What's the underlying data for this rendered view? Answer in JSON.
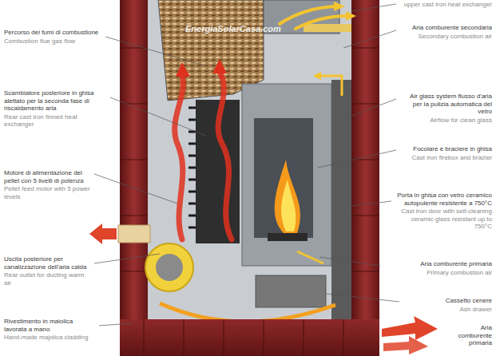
{
  "diagram": {
    "labels": [
      "Percorso dei fumi di combustione",
      "Combustion flue gas flow",
      "Scambiatore posteriore in ghisa alettato per la seconda fase di riscaldamento aria",
      "Rear cast iron finned heat exchanger",
      "Motore di alimentazione del pellet con 5 livelli di potenza",
      "Pellet feed motor with 5 power levels",
      "Uscita posteriore per canalizzazione dell'aria calda",
      "Rear outlet for ducting warm air",
      "Rivestimento in maiolica lavorata a mano",
      "Hand-made majolica cladding",
      "upper cast iron heat exchanger",
      "Aria comburente secondaria",
      "Secondary combustion air",
      "Air glass system flusso d'aria per la pulizia automatica del vetro",
      "Airflow for clean glass",
      "Focolare e braciere in ghisa",
      "Cast iron firebox and brazier",
      "Porta in ghisa con vetro ceramico autopulente resistente a 750°C",
      "Cast iron door with self-cleaning ceramic glass resistant up to 750°C",
      "Aria comburente primaria",
      "Primary combustion air",
      "Cassetto cenere",
      "Ash drawer",
      "Aria comburente primaria",
      "EnergiaSolarCasa.com"
    ]
  }
}
